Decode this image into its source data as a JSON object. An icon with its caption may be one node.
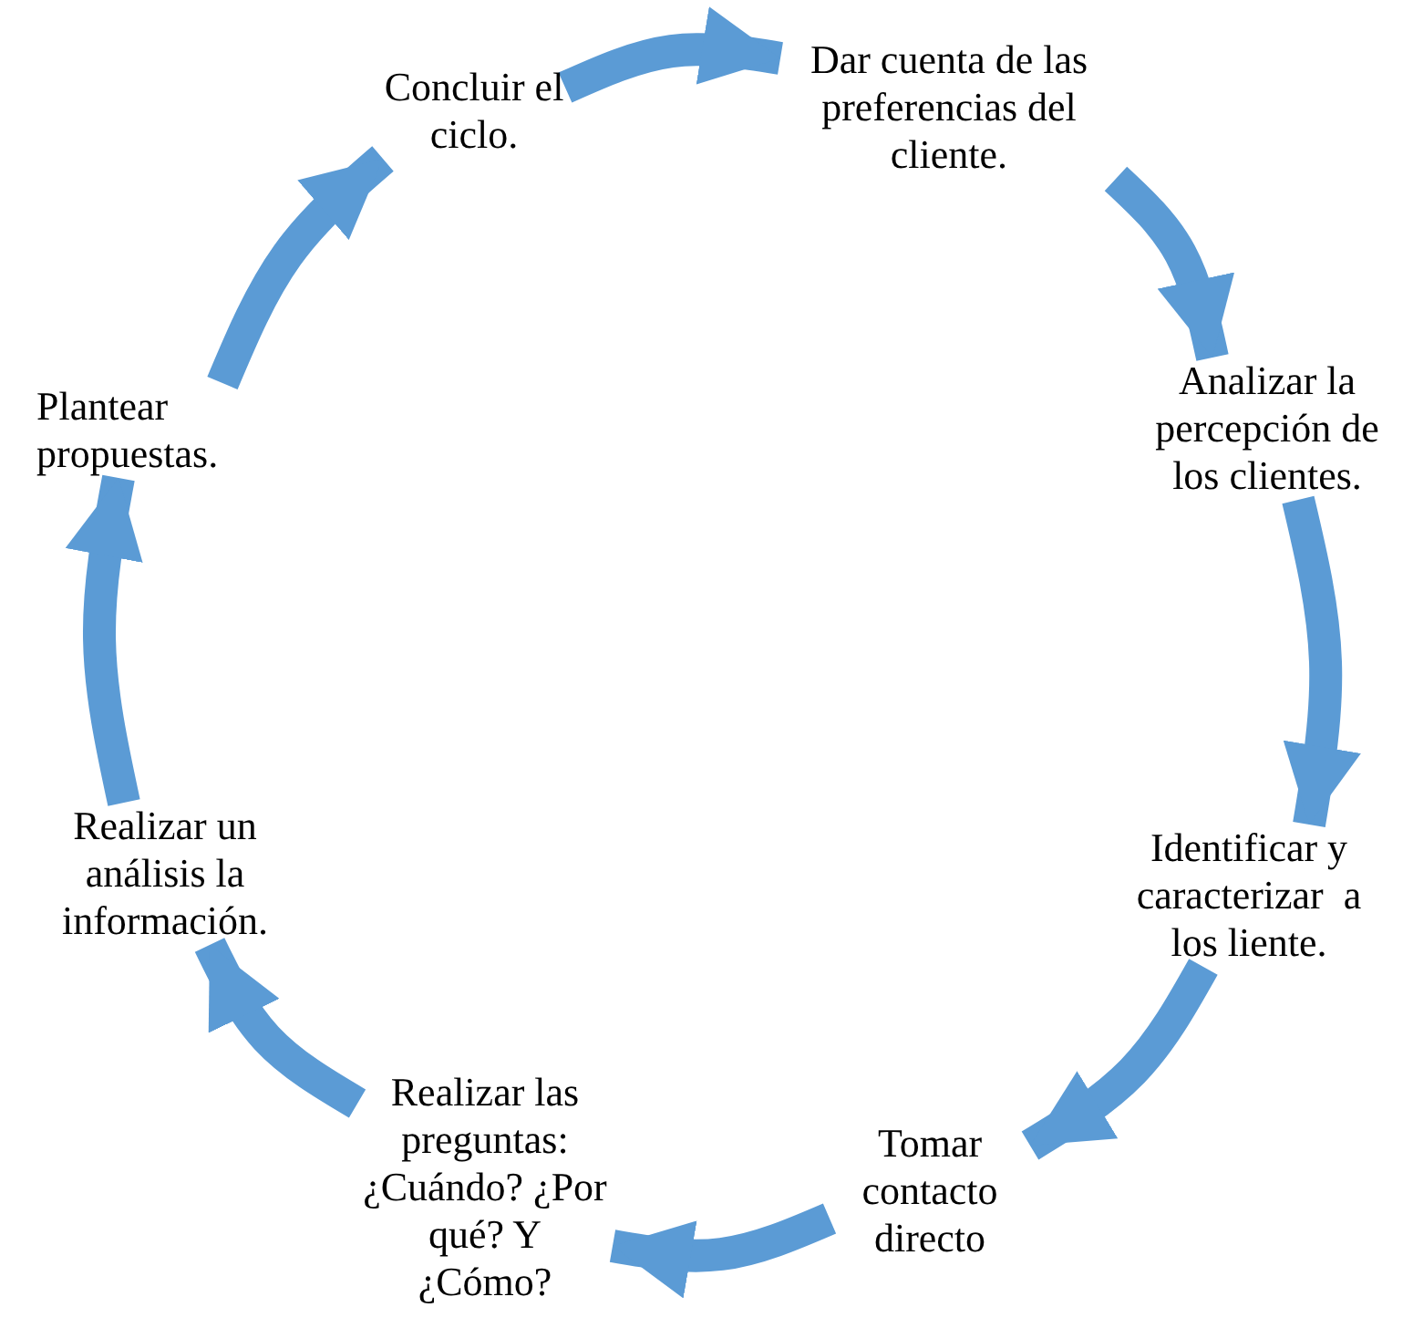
{
  "diagram": {
    "nodes": [
      {
        "text": [
          "Dar cuenta de las preferencias del cliente."
        ]
      },
      {
        "text": [
          "Analizar la percepción de los clientes."
        ]
      },
      {
        "text": [
          "Identificar y caracterizar  a los liente."
        ]
      },
      {
        "text": [
          "Tomar contacto directo"
        ]
      },
      {
        "text": [
          "Realizar las preguntas: ¿Cuándo? ¿Por qué? Y ¿Cómo?"
        ]
      },
      {
        "text": [
          "Realizar un análisis la información."
        ]
      },
      {
        "text": [
          "Plantear propuestas."
        ]
      },
      {
        "text": [
          "Concluir el ciclo."
        ]
      }
    ],
    "edges": [
      {
        "from": 0,
        "to": 1,
        "arrow": "to"
      },
      {
        "from": 1,
        "to": 2,
        "arrow": "to"
      },
      {
        "from": 2,
        "to": 3,
        "arrow": "to"
      },
      {
        "from": 3,
        "to": 4,
        "arrow": "to"
      },
      {
        "from": 4,
        "to": 5,
        "arrow": "to"
      },
      {
        "from": 5,
        "to": 6,
        "arrow": "to"
      },
      {
        "from": 6,
        "to": 7,
        "arrow": "to"
      },
      {
        "from": 7,
        "to": 0,
        "arrow": "to"
      }
    ]
  }
}
